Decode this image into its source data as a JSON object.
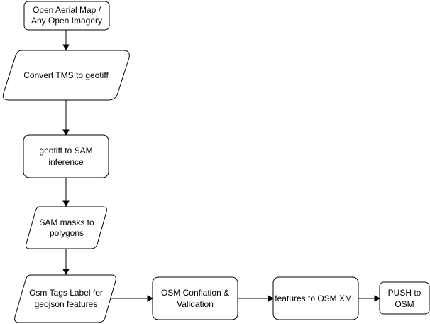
{
  "nodes": {
    "open_aerial": {
      "line1": "Open Aerial Map /",
      "line2": "Any Open Imagery"
    },
    "convert_tms": {
      "line1": "Convert TMS to geotiff"
    },
    "geotiff_sam": {
      "line1": "geotiff to SAM",
      "line2": "inference"
    },
    "sam_masks": {
      "line1": "SAM masks to",
      "line2": "polygons"
    },
    "osm_tags": {
      "line1": "Osm Tags Label for",
      "line2": "geojson features"
    },
    "osm_conflation": {
      "line1": "OSM Conflation &",
      "line2": "Validation"
    },
    "features_xml": {
      "line1": "features to OSM XML"
    },
    "push_osm": {
      "line1": "PUSH to",
      "line2": "OSM"
    }
  },
  "colors": {
    "stroke": "#000000",
    "fill": "#ffffff",
    "background": "#ffffff"
  }
}
